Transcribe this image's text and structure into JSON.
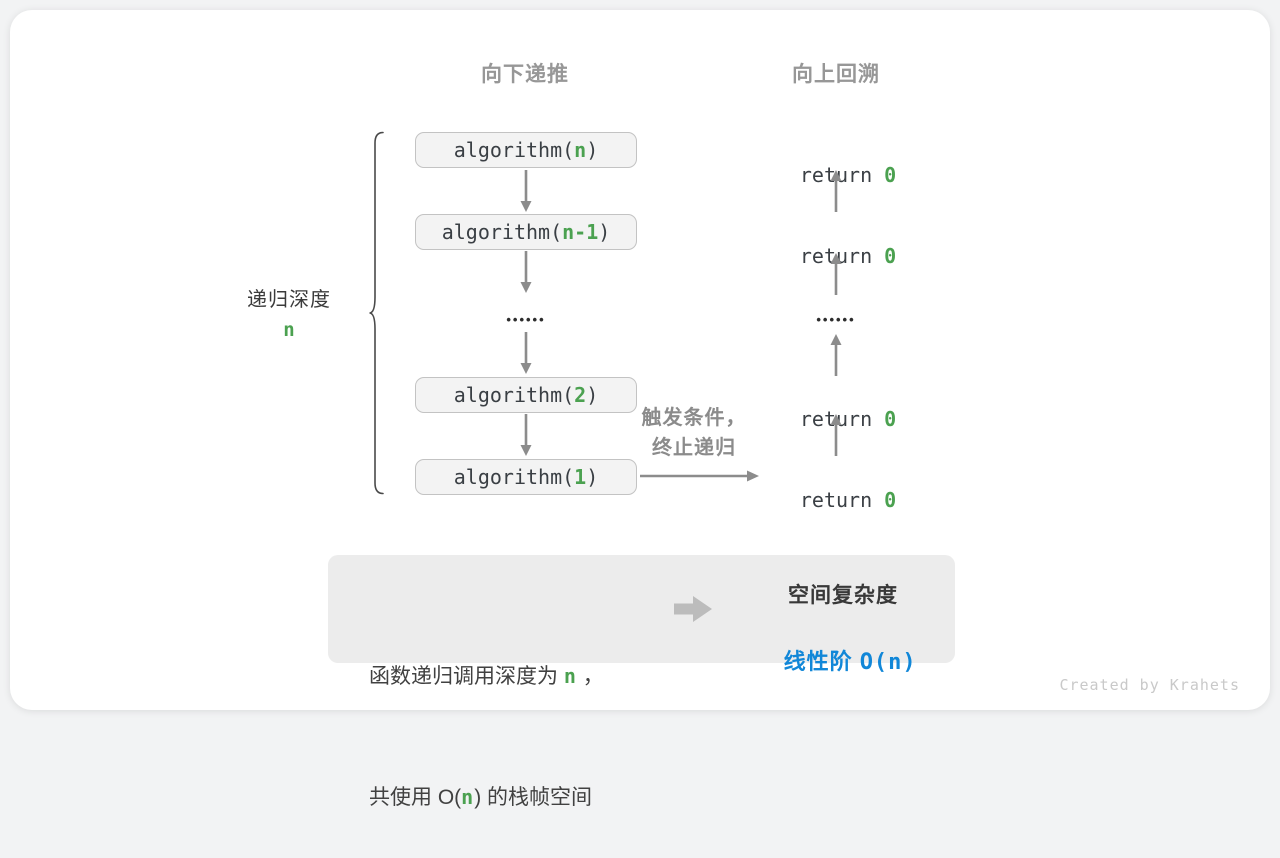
{
  "colors": {
    "green": "#4ba150",
    "blue": "#1187d8",
    "arrow_gray": "#8c8c8c",
    "block_arrow_gray": "#bcbcbc",
    "box_fill": "#f3f3f3",
    "panel_fill": "#ececec"
  },
  "headers": {
    "down": "向下递推",
    "up": "向上回溯"
  },
  "depth": {
    "label": "递归深度",
    "value": "n"
  },
  "stack": {
    "frames": [
      {
        "prefix": "algorithm(",
        "arg": "n",
        "suffix": ")"
      },
      {
        "prefix": "algorithm(",
        "arg": "n-1",
        "suffix": ")"
      },
      {
        "prefix": "algorithm(",
        "arg": "2",
        "suffix": ")"
      },
      {
        "prefix": "algorithm(",
        "arg": "1",
        "suffix": ")"
      }
    ],
    "ellipsis": "••••••"
  },
  "returns": {
    "items": [
      {
        "keyword": "return ",
        "value": "0"
      },
      {
        "keyword": "return ",
        "value": "0"
      },
      {
        "keyword": "return ",
        "value": "0"
      },
      {
        "keyword": "return ",
        "value": "0"
      }
    ],
    "ellipsis": "••••••"
  },
  "trigger": {
    "line1": "触发条件，",
    "line2": "终止递归"
  },
  "summary": {
    "line1_prefix": "函数递归调用深度为 ",
    "line1_arg": "n",
    "line1_suffix": " ，",
    "line2_prefix": "共使用 O(",
    "line2_arg": "n",
    "line2_suffix": ") 的栈帧空间"
  },
  "result": {
    "title": "空间复杂度",
    "prefix": "线性阶 ",
    "code": "O(n)"
  },
  "watermark": "Created by Krahets"
}
